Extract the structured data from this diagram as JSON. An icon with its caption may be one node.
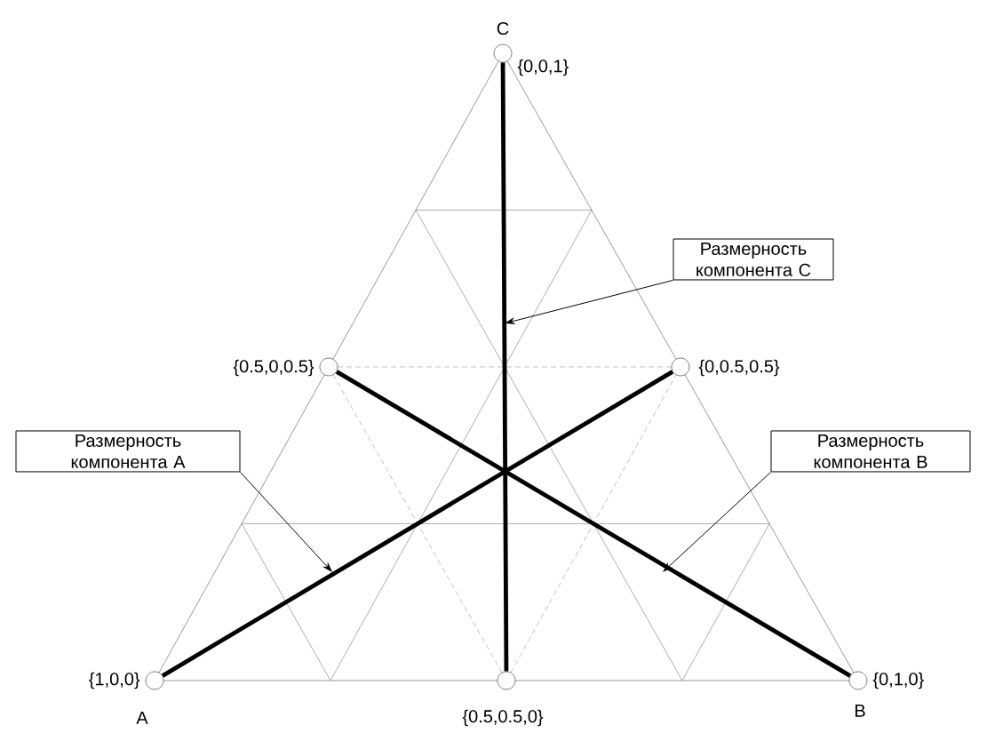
{
  "diagram": {
    "nodes": [
      {
        "text": [],
        "shape": "circle",
        "beside": [
          "{0,0,1}",
          "C"
        ]
      },
      {
        "text": [],
        "shape": "circle",
        "beside": [
          "{0.5,0,0.5}"
        ]
      },
      {
        "text": [],
        "shape": "circle",
        "beside": [
          "{0,0.5,0.5}"
        ]
      },
      {
        "text": [],
        "shape": "circle",
        "beside": [
          "{1,0,0}",
          "A"
        ]
      },
      {
        "text": [],
        "shape": "circle",
        "beside": [
          "{0.5,0.5,0}"
        ]
      },
      {
        "text": [],
        "shape": "circle",
        "beside": [
          "{0,1,0}",
          "B"
        ]
      },
      {
        "text": [
          "Размерность компонента C"
        ]
      },
      {
        "text": [
          "Размерность компонента A"
        ]
      },
      {
        "text": [
          "Размерность компонента B"
        ]
      }
    ],
    "edges": [
      {
        "from": 4,
        "to": 0,
        "arrow": "none",
        "style": "thick"
      },
      {
        "from": 1,
        "to": 5,
        "arrow": "none",
        "style": "thick"
      },
      {
        "from": 2,
        "to": 3,
        "arrow": "none",
        "style": "thick"
      },
      {
        "from": 6,
        "to": null,
        "arrow": "to"
      },
      {
        "from": 7,
        "to": null,
        "arrow": "to"
      },
      {
        "from": 8,
        "to": null,
        "arrow": "to"
      }
    ]
  }
}
